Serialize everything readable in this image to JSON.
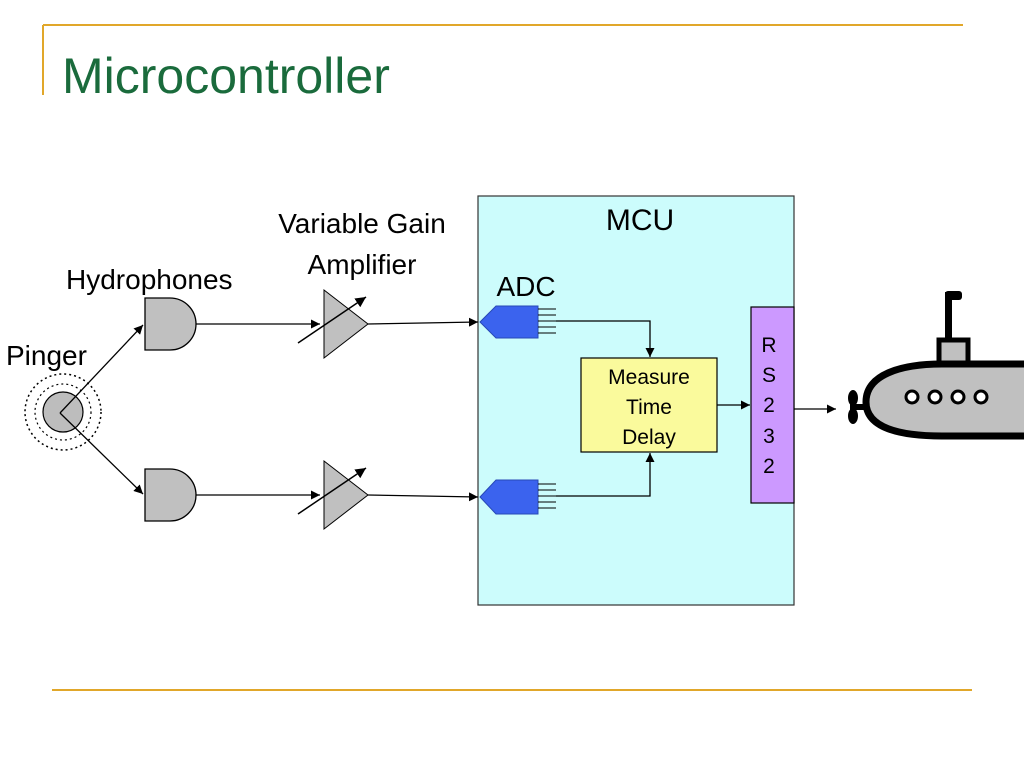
{
  "slide": {
    "title": "Microcontroller"
  },
  "labels": {
    "pinger": "Pinger",
    "hydrophones": "Hydrophones",
    "vga_line1": "Variable Gain",
    "vga_line2": "Amplifier",
    "adc": "ADC",
    "mcu": "MCU",
    "measure_line1": "Measure",
    "measure_line2": "Time",
    "measure_line3": "Delay",
    "rs232": [
      "R",
      "S",
      "2",
      "3",
      "2"
    ]
  },
  "colors": {
    "title": "#1a6b3c",
    "accent_line": "#e1a72a",
    "mcu_fill": "#ccfcfc",
    "adc_fill": "#3b63ee",
    "measure_fill": "#fafa9c",
    "rs232_fill": "#cc99ff",
    "component_fill": "#c0c0c0",
    "stroke": "#000000"
  },
  "icons": {
    "source": "pinger-icon",
    "hydrophone": "hydrophone-icon",
    "amplifier": "variable-gain-amplifier-icon",
    "converter": "adc-icon",
    "vehicle": "submarine-icon"
  }
}
